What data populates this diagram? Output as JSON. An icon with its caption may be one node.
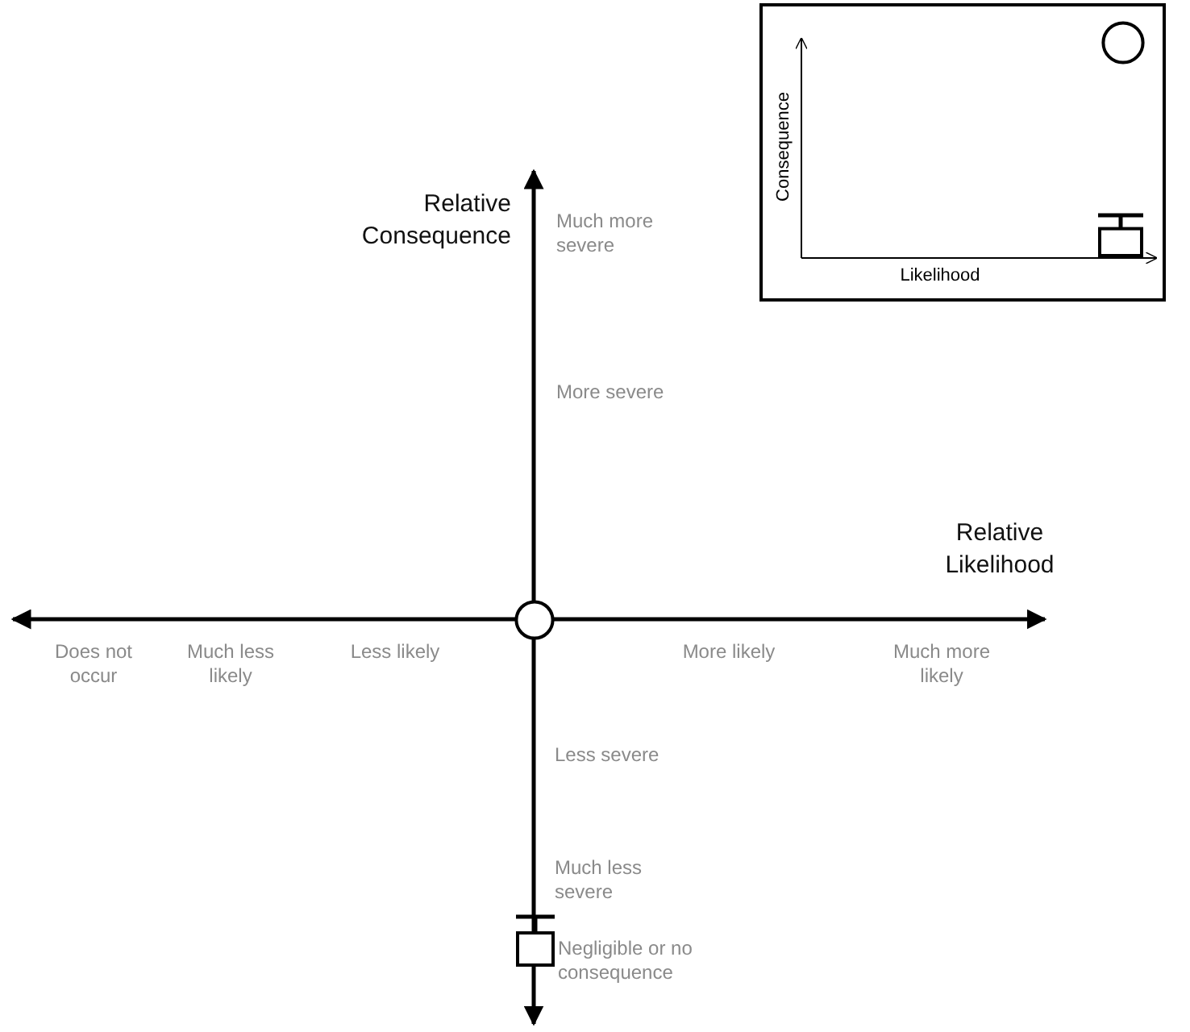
{
  "diagram": {
    "nodes": [
      {
        "text": [
          "Consequence",
          "Likelihood"
        ]
      },
      {
        "text": [],
        "shape": "circle",
        "in": 0
      },
      {
        "text": [],
        "shape": "box",
        "in": 0
      },
      {
        "text": [],
        "shape": "circle"
      },
      {
        "text": [],
        "shape": "box"
      }
    ],
    "labels": [
      "Relative Consequence",
      "Much more severe",
      "More severe",
      "Relative Likelihood",
      "Does not occur",
      "Much less likely",
      "Less likely",
      "More likely",
      "Much more likely",
      "Less severe",
      "Much less severe",
      "Negligible or no consequence"
    ]
  }
}
